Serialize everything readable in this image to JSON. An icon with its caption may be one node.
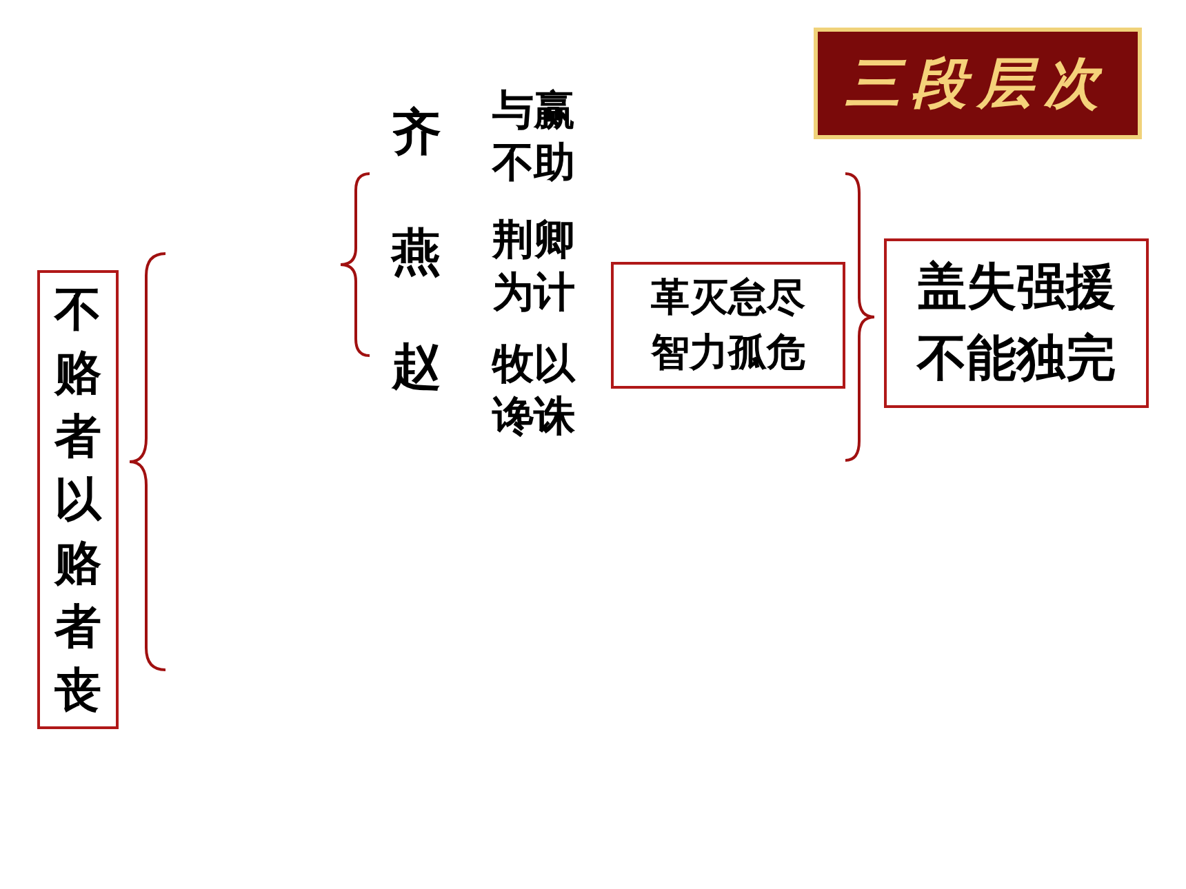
{
  "diagram": {
    "title": "三段层次",
    "nodes": [
      {
        "text": [
          "不赂者以赂者丧"
        ]
      },
      {
        "text": [
          "革灭怠尽智力孤危"
        ]
      },
      {
        "text": [
          "盖失强援不能独完"
        ]
      }
    ],
    "labels": [
      "齐",
      "与赢不助",
      "燕",
      "荆卿为计",
      "赵",
      "牧以谗诛"
    ]
  }
}
